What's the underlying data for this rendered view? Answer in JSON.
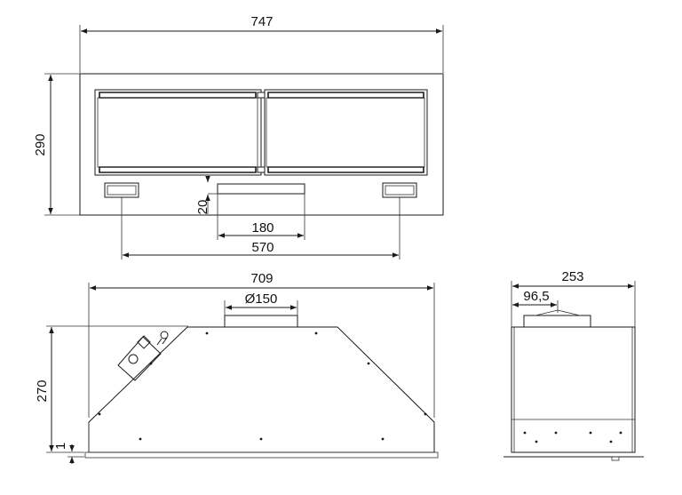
{
  "diagram": {
    "front_view": {
      "width_label": "747",
      "height_label": "290",
      "filter_offset_label": "20",
      "outlet_width_label": "180",
      "lamp_spacing_label": "570"
    },
    "side_view": {
      "width_label": "709",
      "duct_diameter_label": "Ø150",
      "height_label": "270",
      "base_label": "1"
    },
    "end_view": {
      "width_label": "253",
      "duct_offset_label": "96,5"
    }
  }
}
